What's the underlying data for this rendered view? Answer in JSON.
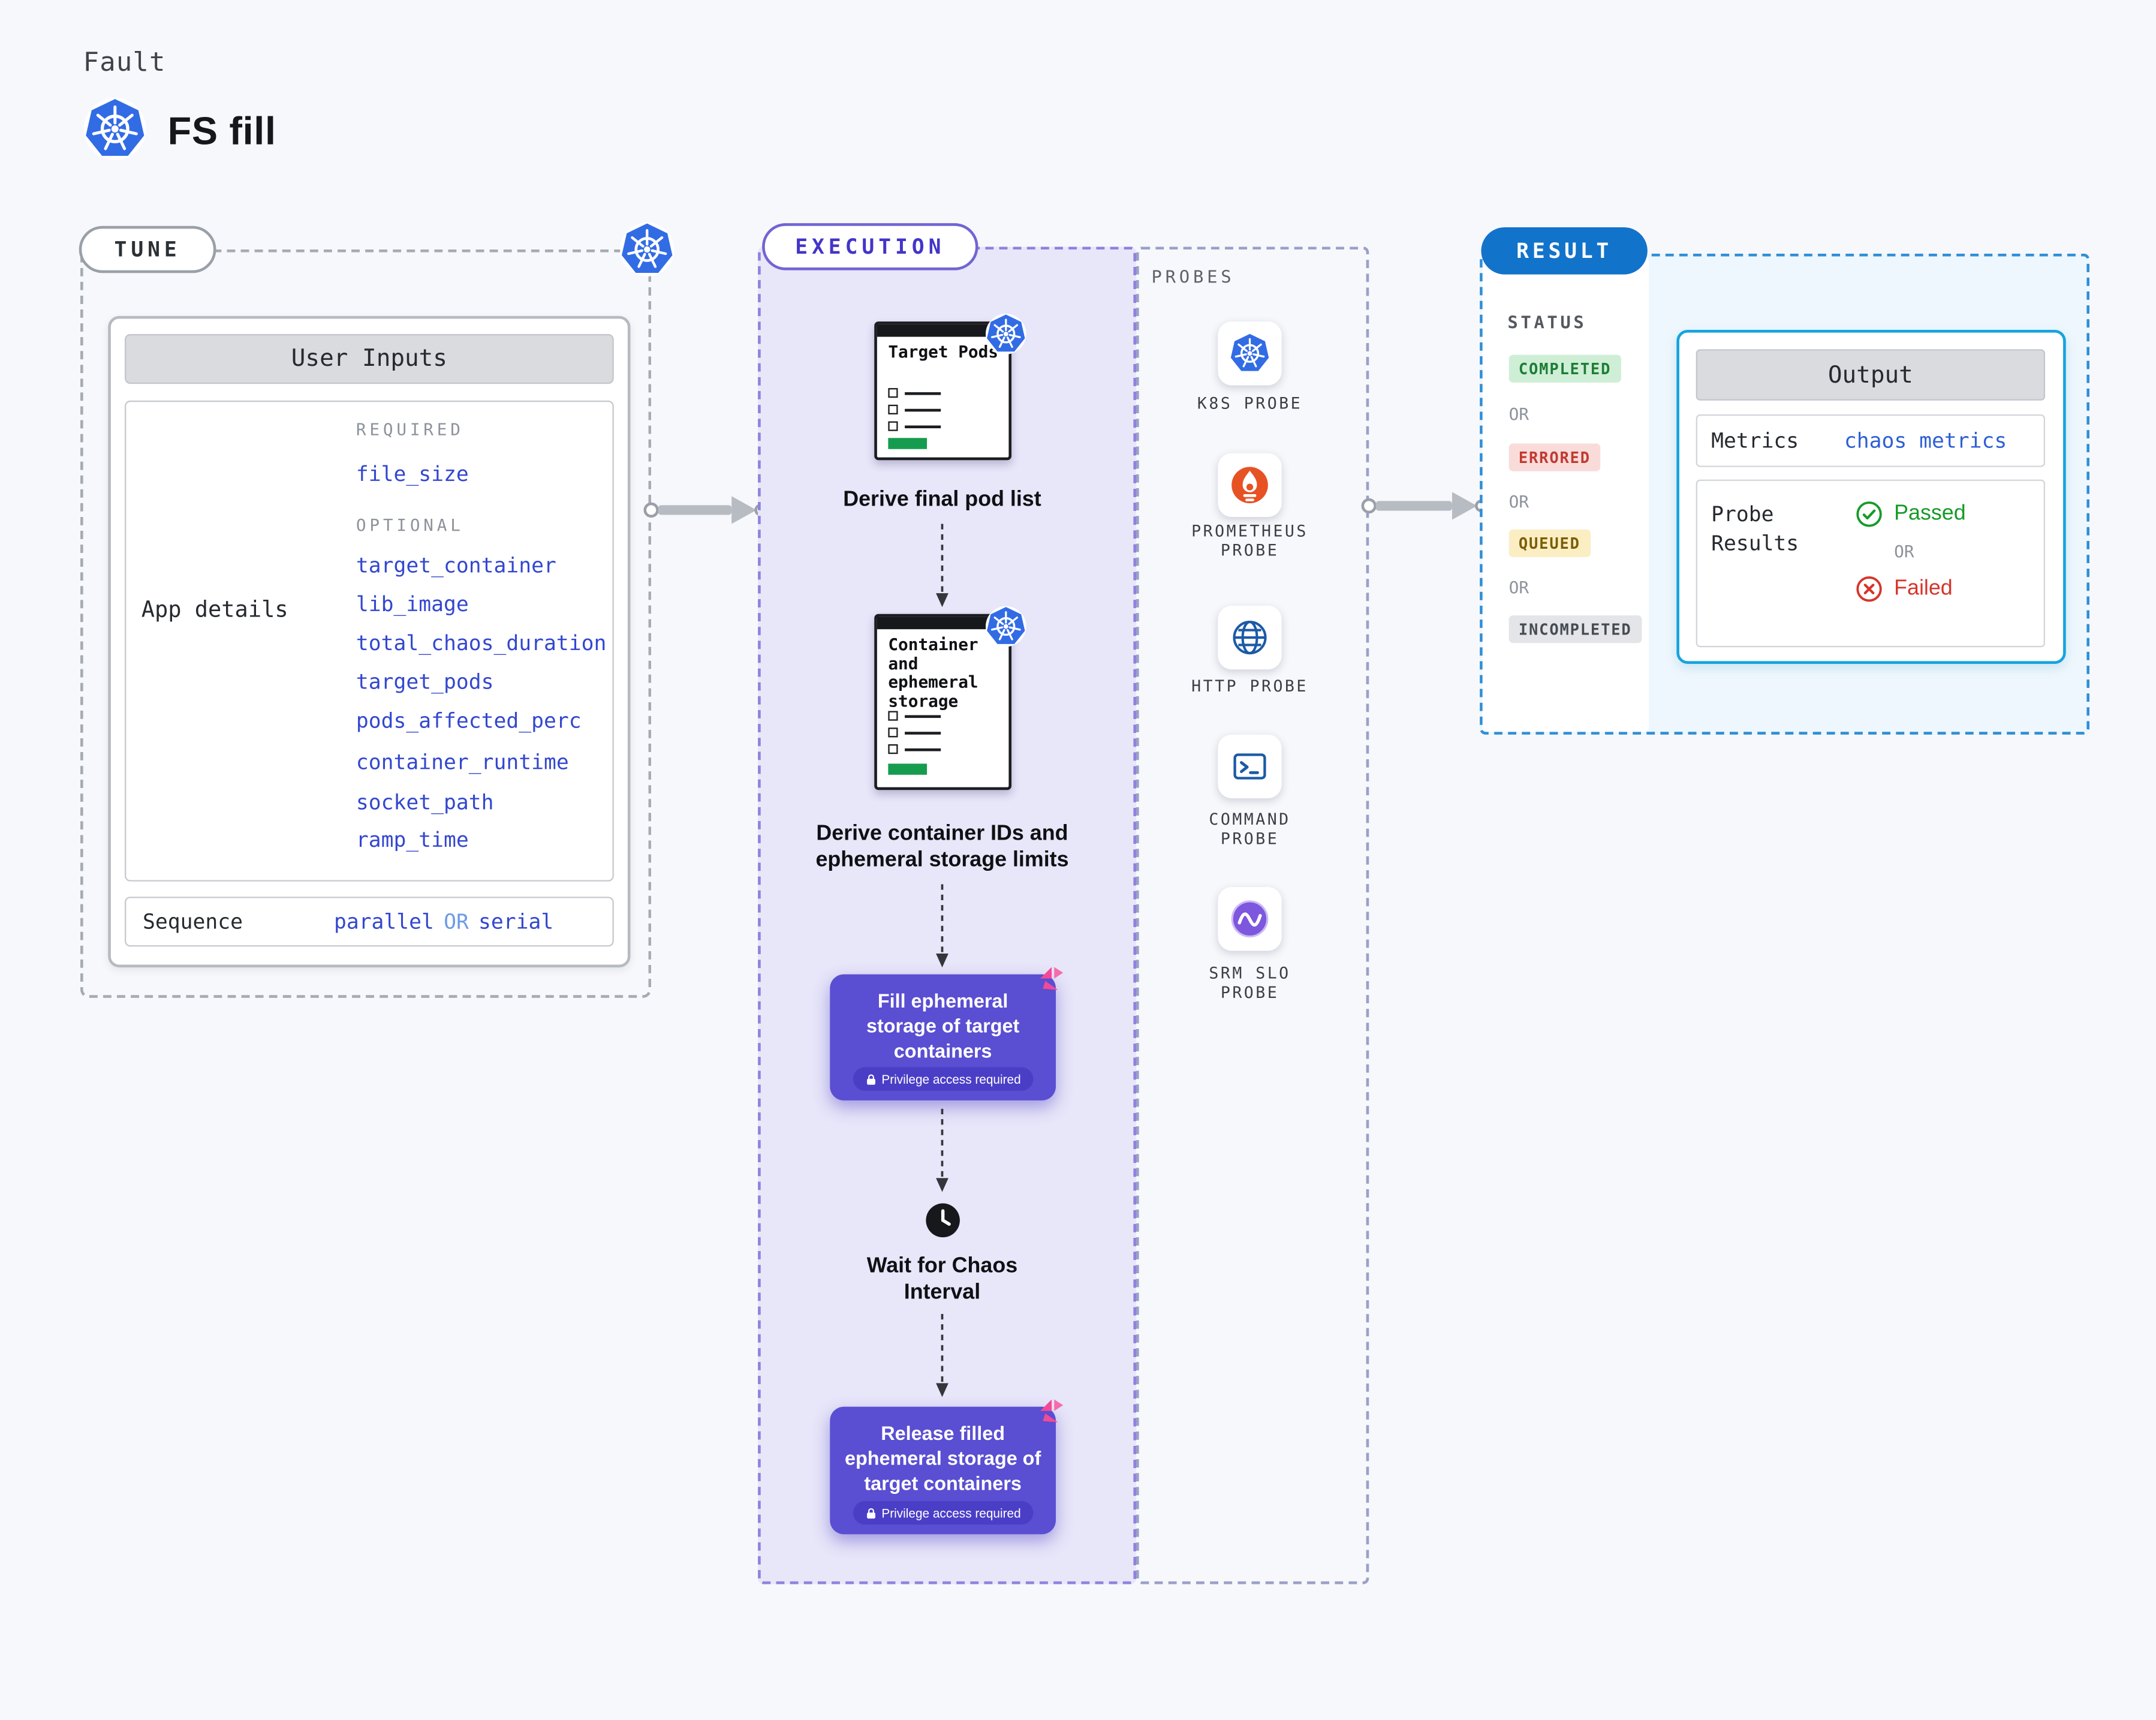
{
  "header": {
    "category": "Fault",
    "title": "FS fill",
    "icon": "kubernetes-icon"
  },
  "tune": {
    "label": "TUNE",
    "user_inputs_title": "User Inputs",
    "app_details_label": "App details",
    "required_label": "REQUIRED",
    "required_params": [
      "file_size"
    ],
    "optional_label": "OPTIONAL",
    "optional_params": [
      "target_container",
      "lib_image",
      "total_chaos_duration",
      "target_pods",
      "pods_affected_perc",
      "container_runtime",
      "socket_path",
      "ramp_time"
    ],
    "sequence": {
      "label": "Sequence",
      "value1": "parallel",
      "or": "OR",
      "value2": "serial"
    }
  },
  "execution": {
    "label": "EXECUTION",
    "steps": [
      {
        "type": "doc",
        "icon": "kubernetes-icon",
        "doc_title": "Target Pods",
        "caption": "Derive final pod list"
      },
      {
        "type": "doc",
        "icon": "kubernetes-icon",
        "doc_title": "Container and ephemeral storage",
        "caption": "Derive container IDs and ephemeral storage limits"
      },
      {
        "type": "action",
        "icon": "chaos-icon",
        "caption": "Fill ephemeral storage of target containers",
        "badge": "Privilege access required"
      },
      {
        "type": "wait",
        "icon": "clock-icon",
        "caption": "Wait for Chaos Interval"
      },
      {
        "type": "action",
        "icon": "chaos-icon",
        "caption": "Release filled ephemeral storage of target containers",
        "badge": "Privilege access required"
      }
    ]
  },
  "probes": {
    "label": "PROBES",
    "items": [
      {
        "label": "K8S PROBE",
        "icon": "kubernetes-icon"
      },
      {
        "label": "PROMETHEUS PROBE",
        "icon": "prometheus-icon"
      },
      {
        "label": "HTTP PROBE",
        "icon": "globe-icon"
      },
      {
        "label": "COMMAND PROBE",
        "icon": "terminal-icon"
      },
      {
        "label": "SRM SLO PROBE",
        "icon": "srm-slo-icon"
      }
    ]
  },
  "result": {
    "label": "RESULT",
    "status_label": "STATUS",
    "statuses": [
      "COMPLETED",
      "ERRORED",
      "QUEUED",
      "INCOMPLETED"
    ],
    "or": "OR",
    "output": {
      "title": "Output",
      "metrics_label": "Metrics",
      "metrics_value": "chaos metrics",
      "probe_results_label": "Probe Results",
      "passed": "Passed",
      "or": "OR",
      "failed": "Failed"
    }
  },
  "colors": {
    "k8s_blue": "#326ce5",
    "execution_purple": "#5a4ed2",
    "execution_bg": "#e8e6f9",
    "result_blue": "#1273cb",
    "output_border": "#14a4de",
    "passed_green": "#169a28",
    "failed_red": "#d7342a",
    "param_blue": "#3347cf",
    "prometheus_orange": "#e75225",
    "chaos_pink": "#f24a97",
    "status_completed_bg": "#cfeed6",
    "status_errored_bg": "#f9dcda",
    "status_queued_bg": "#fbeec3",
    "status_incompleted_bg": "#e3e5e9"
  }
}
